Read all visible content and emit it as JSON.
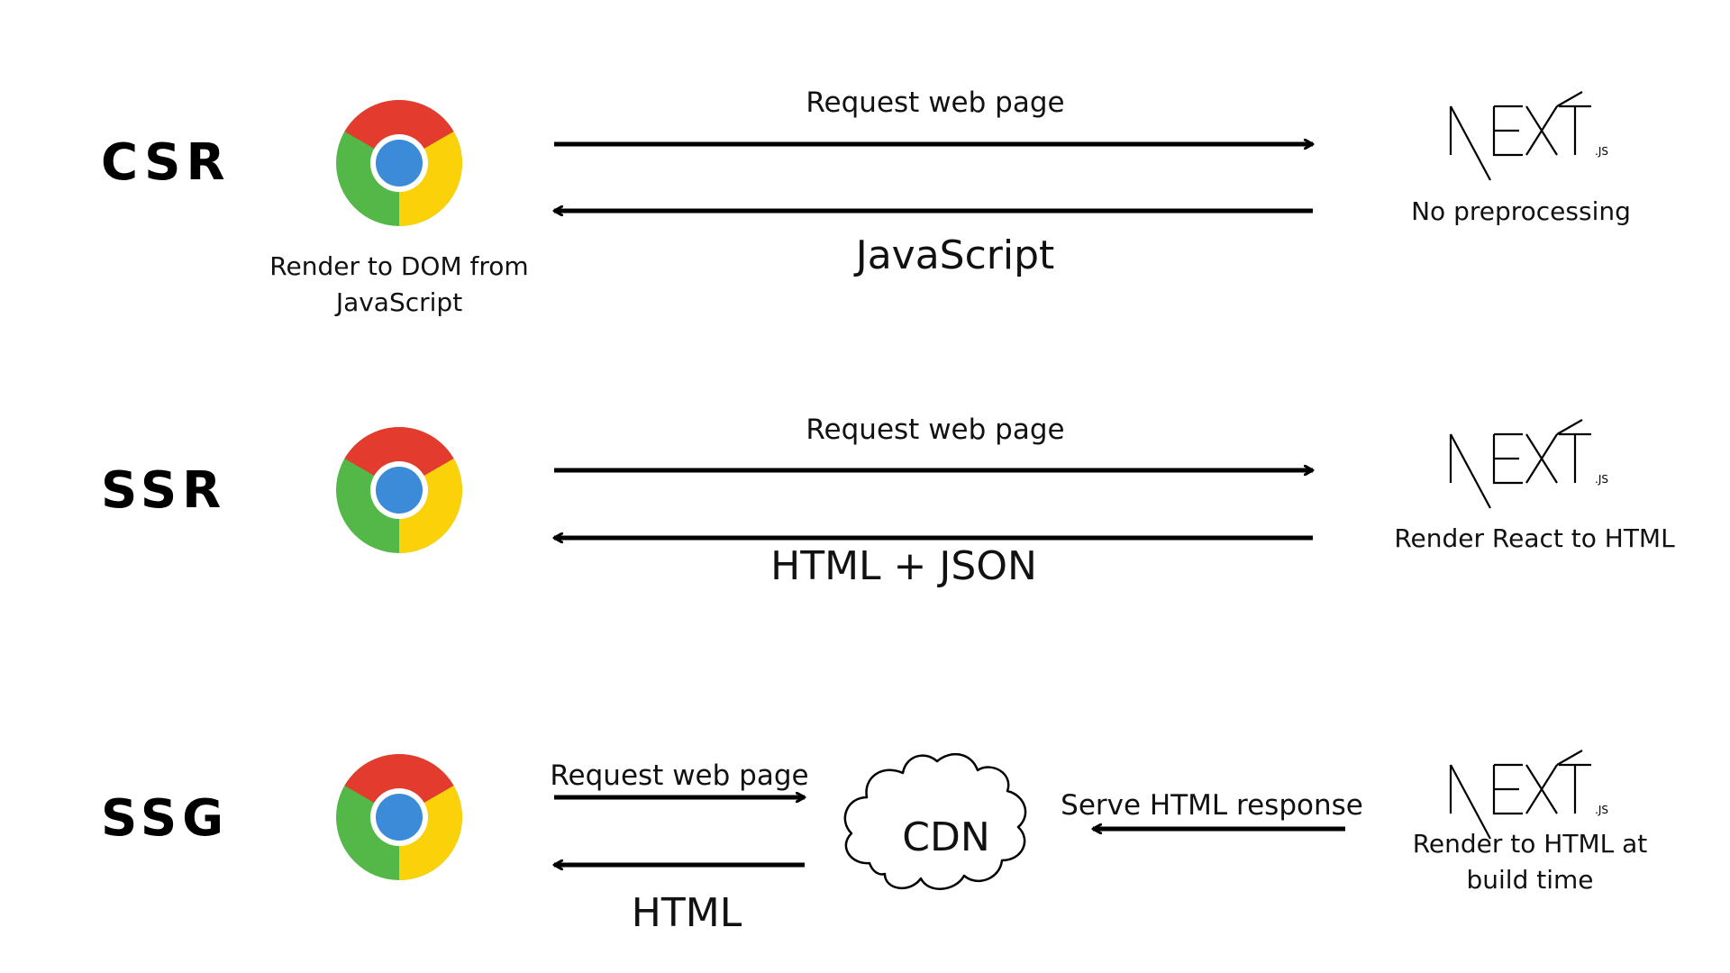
{
  "rows": [
    {
      "title": "CSR",
      "client_caption": "Render to DOM from JavaScript",
      "request_label": "Request web page",
      "response_label": "JavaScript",
      "server_logo_text": "NEXT",
      "server_logo_suffix": ".JS",
      "server_caption": "No preprocessing"
    },
    {
      "title": "SSR",
      "request_label": "Request web page",
      "response_label": "HTML + JSON",
      "server_logo_text": "NEXT",
      "server_logo_suffix": ".JS",
      "server_caption": "Render React to HTML"
    },
    {
      "title": "SSG",
      "request_label": "Request web page",
      "response_label": "HTML",
      "cdn_label": "CDN",
      "cdn_serve_label": "Serve HTML response",
      "server_logo_text": "NEXT",
      "server_logo_suffix": ".JS",
      "server_caption": "Render to HTML at build time"
    }
  ],
  "icons": {
    "browser": "chrome-logo-icon",
    "server": "nextjs-logo-icon",
    "cdn": "cloud-icon"
  },
  "colors": {
    "chrome_red": "#E33B2E",
    "chrome_yellow": "#FBD20A",
    "chrome_green": "#54B848",
    "chrome_blue": "#3C8BD9",
    "arrow": "#000000"
  }
}
